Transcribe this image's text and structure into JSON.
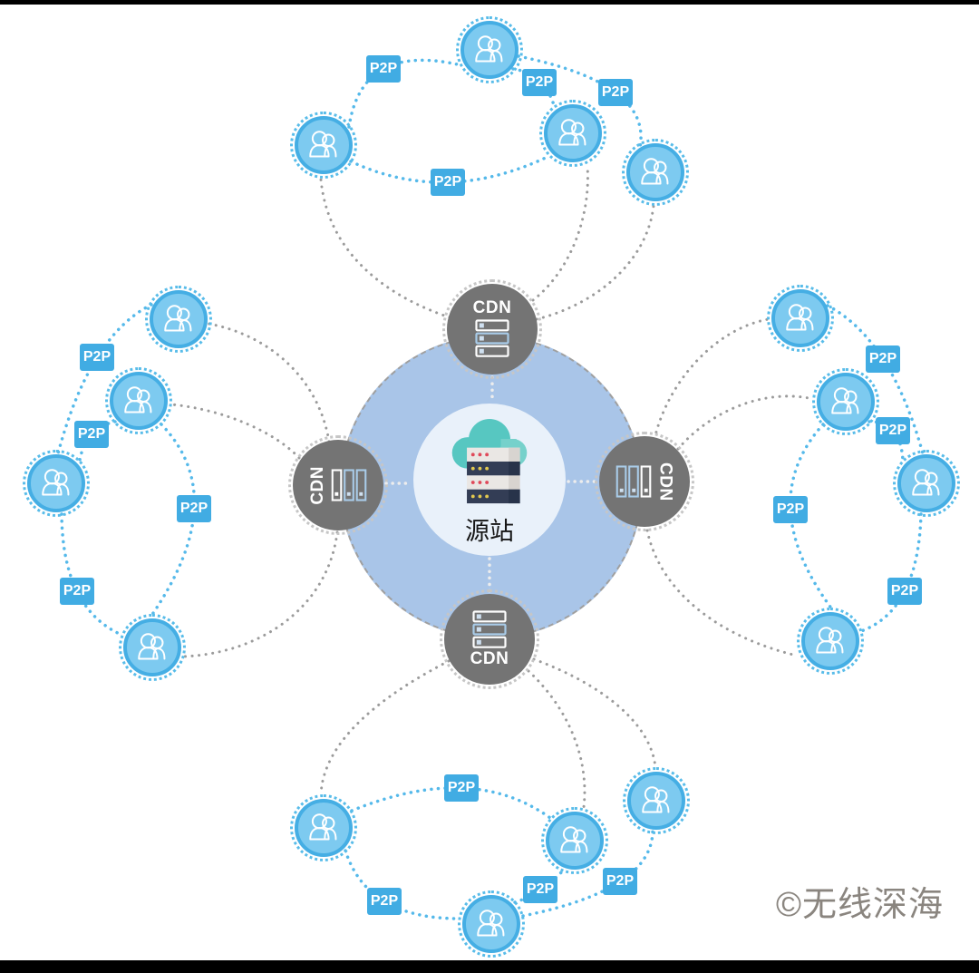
{
  "labels": {
    "origin_server": "源站",
    "cdn_node": "CDN",
    "p2p_link": "P2P"
  },
  "watermark_text": "©无线深海",
  "colors": {
    "center_ring_blue": "#a9c5e8",
    "center_inner_circle": "#e9f1fa",
    "cdn_gray": "#747474",
    "peer_fill_blue": "#7dcaf0",
    "peer_ring_blue": "#45aee4",
    "p2p_badge_blue": "#41ace3",
    "p2p_link_blue": "#55b9ea",
    "cdn_link_gray": "#9b9b9b",
    "cloud_teal": "#57c7c1",
    "server_dark": "#333d55",
    "watermark_gray": "#8a857f"
  },
  "topology": {
    "center": "origin server (源站) inside blue ring connected to 4 CDN nodes",
    "cdn_nodes": 4,
    "peer_clusters": [
      {
        "position": "top",
        "peers": 4,
        "p2p_badges": 4,
        "peers_linked_to_cdn": 3
      },
      {
        "position": "left",
        "peers": 4,
        "p2p_badges": 4,
        "peers_linked_to_cdn": 3
      },
      {
        "position": "right",
        "peers": 4,
        "p2p_badges": 4,
        "peers_linked_to_cdn": 3
      },
      {
        "position": "bottom",
        "peers": 4,
        "p2p_badges": 4,
        "peers_linked_to_cdn": 3
      }
    ]
  }
}
